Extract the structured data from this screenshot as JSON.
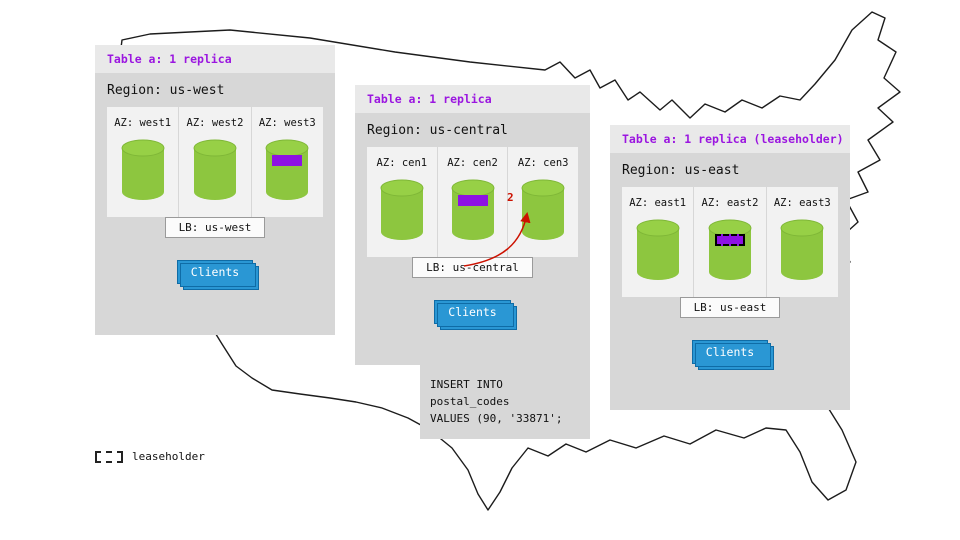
{
  "regions": [
    {
      "table_label": "Table a: 1 replica",
      "title": "Region: us-west",
      "azs": [
        "AZ: west1",
        "AZ: west2",
        "AZ: west3"
      ],
      "lb_label": "LB: us-west",
      "clients_label": "Clients"
    },
    {
      "table_label": "Table a: 1 replica",
      "title": "Region: us-central",
      "azs": [
        "AZ: cen1",
        "AZ: cen2",
        "AZ: cen3"
      ],
      "lb_label": "LB: us-central",
      "clients_label": "Clients"
    },
    {
      "table_label": "Table a: 1 replica (leaseholder)",
      "title": "Region: us-east",
      "azs": [
        "AZ: east1",
        "AZ: east2",
        "AZ: east3"
      ],
      "lb_label": "LB: us-east",
      "clients_label": "Clients"
    }
  ],
  "sql": {
    "line1": "INSERT INTO postal_codes",
    "line2": "VALUES (90, '33871';"
  },
  "arrow": {
    "label": "2"
  },
  "legend": {
    "label": "leaseholder"
  },
  "colors": {
    "replica_green": "#8dc63f",
    "leaseholder_purple": "#8d12e3",
    "header_purple": "#9b16e0",
    "clients_blue": "#2a97d4",
    "arrow_red": "#cc1100",
    "panel_gray": "#d7d7d7"
  }
}
